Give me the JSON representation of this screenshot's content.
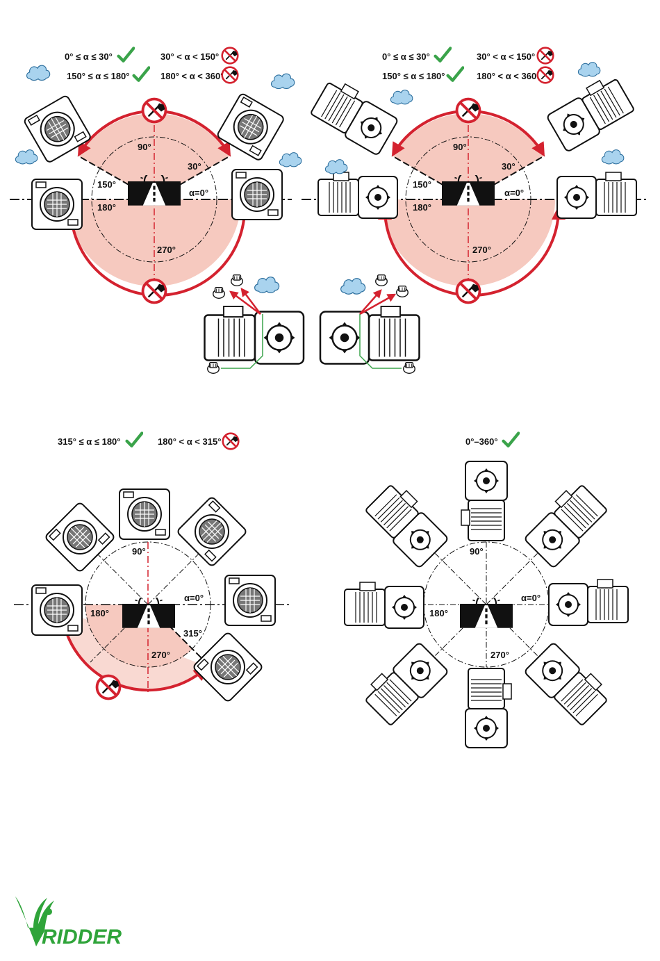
{
  "panels": [
    {
      "id": "top-left",
      "legend": [
        {
          "text": "0° ≤ α ≤ 30°",
          "status": "allowed"
        },
        {
          "text": "30° < α < 150°",
          "status": "forbidden"
        },
        {
          "text": "150° ≤ α ≤ 180°",
          "status": "allowed"
        },
        {
          "text": "180° < α < 360°",
          "status": "forbidden"
        }
      ],
      "angles": {
        "a90": "90°",
        "a30": "30°",
        "a0": "α=0°",
        "a150": "150°",
        "a180": "180°",
        "a270": "270°"
      }
    },
    {
      "id": "top-right",
      "legend": [
        {
          "text": "0° ≤ α ≤ 30°",
          "status": "allowed"
        },
        {
          "text": "30° < α < 150°",
          "status": "forbidden"
        },
        {
          "text": "150° ≤ α ≤ 180°",
          "status": "allowed"
        },
        {
          "text": "180° < α < 360°",
          "status": "forbidden"
        }
      ],
      "angles": {
        "a90": "90°",
        "a30": "30°",
        "a0": "α=0°",
        "a150": "150°",
        "a180": "180°",
        "a270": "270°"
      }
    },
    {
      "id": "bottom-left",
      "legend": [
        {
          "text": "315° ≤ α ≤ 180°",
          "status": "allowed"
        },
        {
          "text": "180° < α < 315°",
          "status": "forbidden"
        }
      ],
      "angles": {
        "a90": "90°",
        "a0": "α=0°",
        "a180": "180°",
        "a270": "270°",
        "a315": "315°"
      }
    },
    {
      "id": "bottom-right",
      "legend": [
        {
          "text": "0°–360°",
          "status": "allowed"
        }
      ],
      "angles": {
        "a90": "90°",
        "a0": "α=0°",
        "a180": "180°",
        "a270": "270°"
      }
    }
  ],
  "brand": {
    "name": "RIDDER"
  },
  "colors": {
    "allowed": "#3aa34a",
    "forbidden": "#d4222f",
    "zone_fill": "#f6c9bf",
    "cloud": "#a9d3ee",
    "brand_green": "#2fa43a"
  },
  "icons": [
    "check-icon",
    "no-wrench-icon",
    "breather-cloud-icon",
    "road-sign-icon",
    "motor-icon",
    "gearbox-icon"
  ]
}
